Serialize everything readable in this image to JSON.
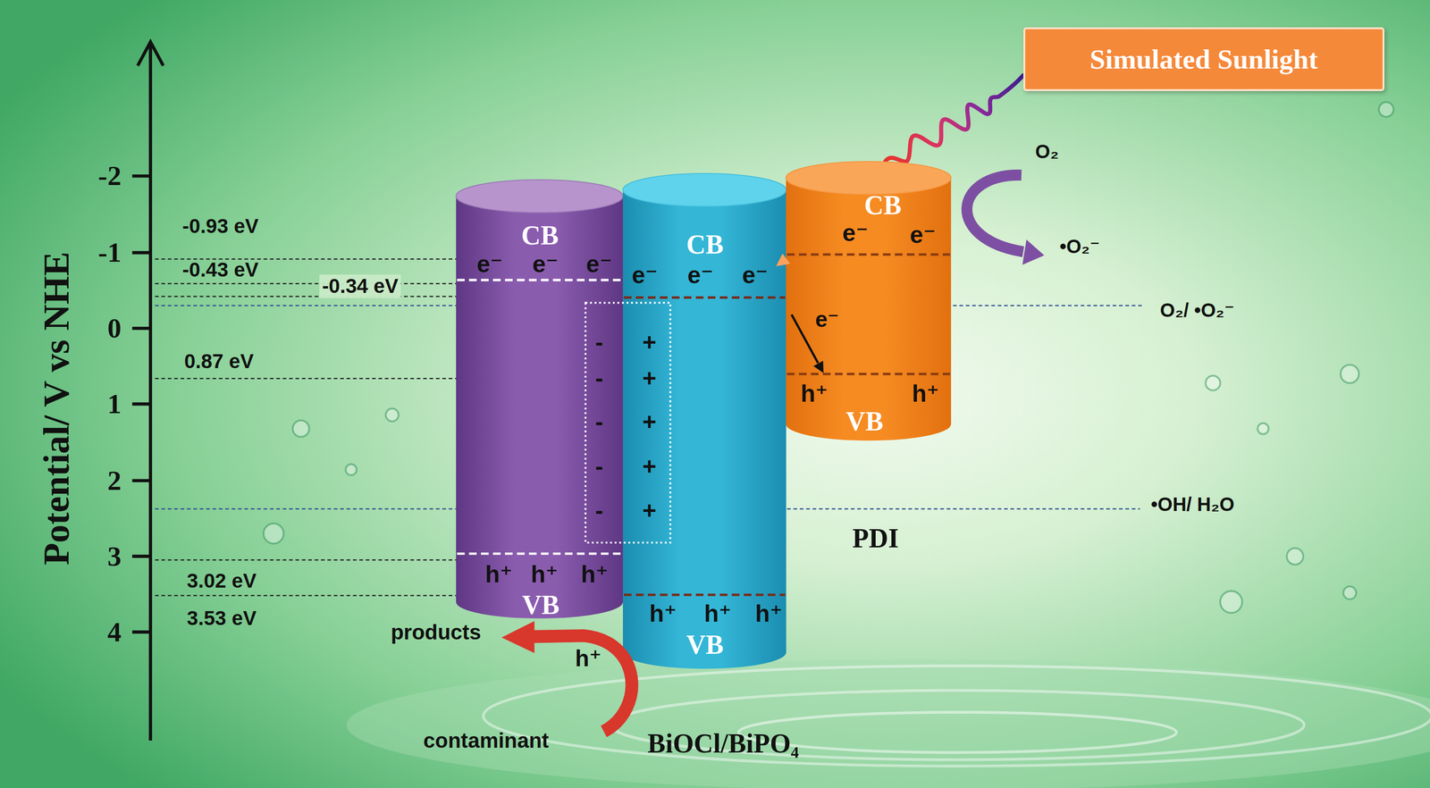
{
  "diagram": {
    "nodes": [
      {
        "text": [
          "Simulated Sunlight"
        ]
      },
      {
        "text": [
          "CB",
          "e⁻",
          "e⁻",
          "e⁻",
          "h⁺",
          "h⁺",
          "h⁺",
          "VB"
        ]
      },
      {
        "text": [
          "CB",
          "e⁻",
          "e⁻",
          "e⁻",
          "h⁺",
          "h⁺",
          "h⁺",
          "VB"
        ]
      },
      {
        "text": [
          "CB",
          "e⁻",
          "e⁻",
          "h⁺",
          "h⁺",
          "VB"
        ]
      }
    ],
    "edges": [
      {
        "from": 0,
        "to": 3,
        "arrow": "none"
      }
    ],
    "labels": [
      "Potential/ V vs NHE",
      "-2",
      "-1",
      "0",
      "1",
      "2",
      "3",
      "4",
      "-0.93 eV",
      "-0.43 eV",
      "-0.34 eV",
      "0.87 eV",
      "3.02 eV",
      "3.53 eV",
      "O₂",
      "•O₂⁻",
      "O₂/ •O₂⁻",
      "e⁻",
      "-",
      "-",
      "-",
      "-",
      "-",
      "+",
      "+",
      "+",
      "+",
      "+",
      "•OH/ H₂O",
      "PDI",
      "products",
      "h⁺",
      "contaminant",
      "BiOCl/BiPO₄"
    ]
  }
}
